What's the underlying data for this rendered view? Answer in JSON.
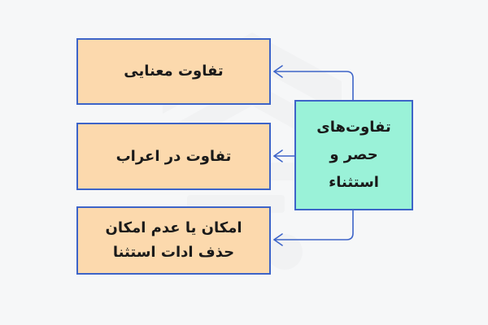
{
  "diagram": {
    "main_node": {
      "lines": [
        "تفاوت‌های",
        "حصر و",
        "استثناء"
      ]
    },
    "nodes": [
      {
        "label": "تفاوت معنایی"
      },
      {
        "label": "تفاوت در اعراب"
      },
      {
        "lines": [
          "امکان یا عدم امکان",
          "حذف ادات استثنا"
        ]
      }
    ]
  },
  "colors": {
    "main_fill": "#9af2d8",
    "node_fill": "#fcd9ad",
    "border": "#3d64c8",
    "connector": "#3d64c8"
  }
}
